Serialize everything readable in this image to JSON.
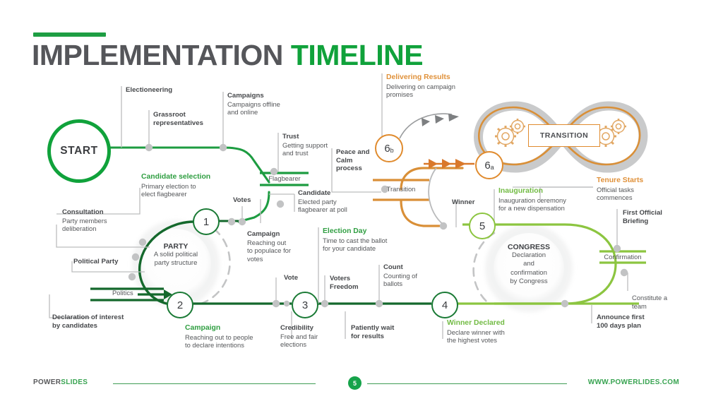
{
  "header": {
    "title_part1": "IMPLEMENTATION",
    "title_part2": "TIMELINE"
  },
  "colors": {
    "dark_green": "#1a7a35",
    "green": "#25a244",
    "light_green": "#8cc540",
    "orange": "#e08b2e",
    "gray": "#b3b3b3",
    "text": "#55575a"
  },
  "nodes": {
    "start": "START",
    "n1": "1",
    "n2": "2",
    "n3": "3",
    "n4": "4",
    "n5": "5",
    "n6a": "6",
    "n6a_sub": "a",
    "n6b": "6",
    "n6b_sub": "b"
  },
  "hubs": {
    "party": {
      "title": "PARTY",
      "desc": "A solid political\nparty structure"
    },
    "congress": {
      "title": "CONGRESS",
      "desc": "Declaration\nand\nconfirmation\nby Congress"
    },
    "transition": {
      "title": "TRANSITION"
    }
  },
  "bar_labels": {
    "flagbearer": "Flagbearer",
    "transition": "Transition",
    "confirmation": "Confirmation"
  },
  "labels": [
    {
      "id": "electioneering",
      "head": "Electioneering",
      "body": "",
      "style": "plain"
    },
    {
      "id": "grassroot",
      "head": "Grassroot\nrepresentatives",
      "body": "",
      "style": "plain"
    },
    {
      "id": "campaigns",
      "head": "Campaigns",
      "body": "Campaigns offline\nand online",
      "style": "dark"
    },
    {
      "id": "trust",
      "head": "Trust",
      "body": "Getting support\nand trust",
      "style": "dark"
    },
    {
      "id": "candidate-selection",
      "head": "Candidate selection",
      "body": "Primary election to\nelect flagbearer",
      "style": "green"
    },
    {
      "id": "votes",
      "head": "Votes",
      "body": "",
      "style": "plain"
    },
    {
      "id": "candidate",
      "head": "Candidate",
      "body": "Elected party\nflagbearer at poll",
      "style": "dark"
    },
    {
      "id": "consultation",
      "head": "Consultation",
      "body": "Party members\ndeliberation",
      "style": "dark"
    },
    {
      "id": "political-party",
      "head": "Political Party",
      "body": "",
      "style": "plain"
    },
    {
      "id": "politics",
      "head": "Politics",
      "body": "",
      "style": "thin"
    },
    {
      "id": "declaration-of-interest",
      "head": "Declaration of interest\nby candidates",
      "body": "",
      "style": "plain"
    },
    {
      "id": "campaign-node1",
      "head": "Campaign",
      "body": "Reaching out\nto populace for\nvotes",
      "style": "dark"
    },
    {
      "id": "campaign-node2",
      "head": "Campaign",
      "body": "Reaching out to people\nto declare intentions",
      "style": "green"
    },
    {
      "id": "vote",
      "head": "Vote",
      "body": "",
      "style": "plain"
    },
    {
      "id": "credibility",
      "head": "Credibility",
      "body": "Free and fair\nelections",
      "style": "dark"
    },
    {
      "id": "election-day",
      "head": "Election Day",
      "body": "Time to cast the ballot\nfor your candidate",
      "style": "green"
    },
    {
      "id": "voters-freedom",
      "head": "Voters\nFreedom",
      "body": "",
      "style": "plain"
    },
    {
      "id": "patiently-wait",
      "head": "Patiently wait\nfor results",
      "body": "",
      "style": "plain"
    },
    {
      "id": "count",
      "head": "Count",
      "body": "Counting of\nballots",
      "style": "dark"
    },
    {
      "id": "winner-declared",
      "head": "Winner Declared",
      "body": "Declare winner with\nthe highest votes",
      "style": "lgreen"
    },
    {
      "id": "peace-and-calm",
      "head": "Peace and\nCalm\nprocess",
      "body": "",
      "style": "plain"
    },
    {
      "id": "delivering-results",
      "head": "Delivering Results",
      "body": "Delivering on campaign\npromises",
      "style": "orange"
    },
    {
      "id": "tenure-starts",
      "head": "Tenure Starts",
      "body": "Official tasks\ncommences",
      "style": "orange"
    },
    {
      "id": "winner",
      "head": "Winner",
      "body": "",
      "style": "plain"
    },
    {
      "id": "inauguration",
      "head": "Inauguration",
      "body": "Inauguration ceremony\nfor a new dispensation",
      "style": "lgreen"
    },
    {
      "id": "first-official-briefing",
      "head": "First Official\nBriefing",
      "body": "",
      "style": "plain"
    },
    {
      "id": "constitute-a-team",
      "head": "Constitute a\nteam",
      "body": "",
      "style": "thin"
    },
    {
      "id": "announce-first-100",
      "head": "Announce first\n100 days plan",
      "body": "",
      "style": "plain"
    }
  ],
  "footer": {
    "brand_dark": "POWER",
    "brand_green": "SLIDES",
    "page": "5",
    "url": "WWW.POWERLIDES.COM"
  }
}
